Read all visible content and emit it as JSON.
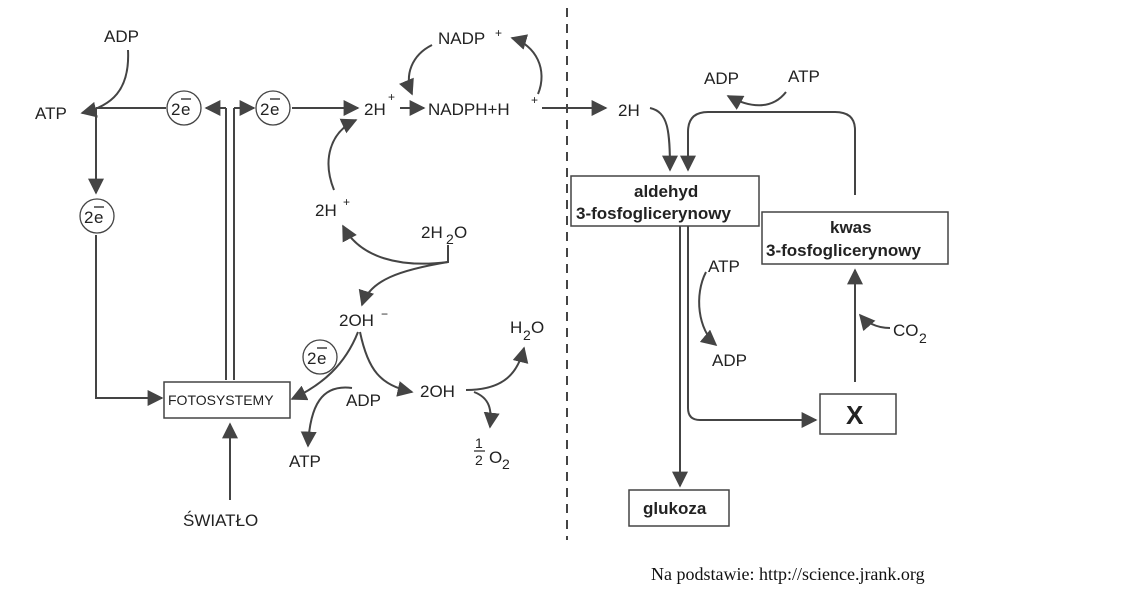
{
  "left": {
    "adp_top": "ADP",
    "atp_left": "ATP",
    "electron": "2",
    "electron_bar": "e",
    "h_plus_2": "2H",
    "plus": "+",
    "nadp": "NADP",
    "nadph": "NADPH+H",
    "h2_2": "2H",
    "water_2h": "2H",
    "water_sub": "2",
    "water_o": "O",
    "oh_minus": "2OH",
    "minus": "−",
    "oh": "2OH",
    "h2o_h": "H",
    "h2o_sub": "2",
    "h2o_o": "O",
    "half_num": "1",
    "half_den": "2",
    "o2": "O",
    "o2_sub": "2",
    "adp_mid": "ADP",
    "atp_bottom": "ATP",
    "fotosystemy": "FOTOSYSTEMY",
    "swiatlo": "ŚWIATŁO"
  },
  "right": {
    "h2": "2H",
    "adp_top": "ADP",
    "atp_top": "ATP",
    "aldehyd_line1": "aldehyd",
    "aldehyd_line2": "3-fosfoglicerynowy",
    "kwas_line1": "kwas",
    "kwas_line2": "3-fosfoglicerynowy",
    "atp_mid": "ATP",
    "adp_mid": "ADP",
    "co": "CO",
    "co_sub": "2",
    "x": "X",
    "glukoza": "glukoza"
  },
  "source": "Na podstawie: http://science.jrank.org"
}
